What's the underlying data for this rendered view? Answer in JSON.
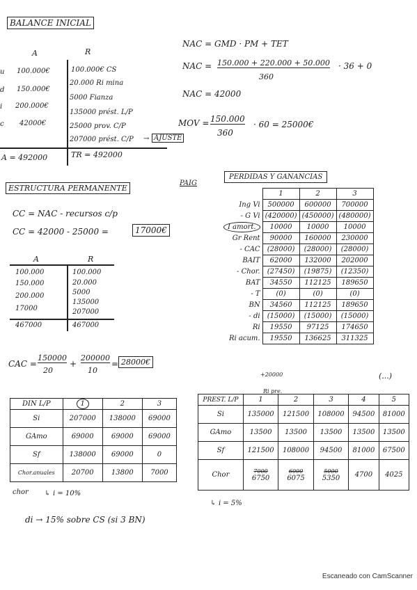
{
  "balance": {
    "title": "BALANCE INICIAL",
    "col_a": "A",
    "col_r": "R",
    "left_markers": [
      "u",
      "d",
      "i",
      "c"
    ],
    "a_values": [
      "100.000€",
      "150.000€",
      "200.000€",
      "42000€"
    ],
    "r_values": [
      "100.000€ CS",
      "20.000 Ri mina",
      "5000 Fianza",
      "135000 prést. L/P",
      "25000 prov. C/P",
      "207000 prést. C/P"
    ],
    "ajuste": "AJUSTE",
    "total_a": "A = 492000",
    "total_r": "TR = 492000"
  },
  "nac": {
    "line1": "NAC = GMD · PM + TET",
    "line2_prefix": "NAC =",
    "line2_num": "150.000 + 220.000 + 50.000",
    "line2_den": "360",
    "line2_suffix": "· 36 + 0",
    "line3": "NAC = 42000",
    "mov_prefix": "MOV =",
    "mov_num": "150.000",
    "mov_den": "360",
    "mov_suffix": "· 60 = 25000€"
  },
  "estructura": {
    "title": "ESTRUCTURA PERMANENTE",
    "cc_line1": "CC = NAC - recursos c/p",
    "cc_line2": "CC = 42000 - 25000 =",
    "cc_result": "17000€",
    "col_a": "A",
    "col_r": "R",
    "a_values": [
      "100.000",
      "150.000",
      "200.000",
      "17000"
    ],
    "r_values": [
      "100.000",
      "20.000",
      "5000",
      "135000",
      "207000"
    ],
    "total_a": "467000",
    "total_r": "467000"
  },
  "cac": {
    "prefix": "CAC =",
    "n1": "150000",
    "d1": "20",
    "plus": "+",
    "n2": "200000",
    "d2": "10",
    "eq": "=",
    "result": "28000€"
  },
  "pyg": {
    "side_label": "PAIG",
    "title": "PERDIDAS Y GANANCIAS",
    "cols": [
      "1",
      "2",
      "3"
    ],
    "rows": [
      {
        "label": "Ing Vi",
        "values": [
          "500000",
          "600000",
          "700000"
        ]
      },
      {
        "label": "- G Vi",
        "values": [
          "(420000)",
          "(450000)",
          "(480000)"
        ]
      },
      {
        "label": "I amort.",
        "values": [
          "10000",
          "10000",
          "10000"
        ]
      },
      {
        "label": "Gr Rent",
        "values": [
          "90000",
          "160000",
          "230000"
        ]
      },
      {
        "label": "- CAC",
        "values": [
          "(28000)",
          "(28000)",
          "(28000)"
        ]
      },
      {
        "label": "BAIT",
        "values": [
          "62000",
          "132000",
          "202000"
        ]
      },
      {
        "label": "- Chor.",
        "values": [
          "(27450)",
          "(19875)",
          "(12350)"
        ]
      },
      {
        "label": "BAT",
        "values": [
          "34550",
          "112125",
          "189650"
        ]
      },
      {
        "label": "- T",
        "values": [
          "(0)",
          "(0)",
          "(0)"
        ]
      },
      {
        "label": "BN",
        "values": [
          "34560",
          "112125",
          "189650"
        ]
      },
      {
        "label": "- di",
        "values": [
          "(15000)",
          "(15000)",
          "(15000)"
        ]
      },
      {
        "label": "Ri",
        "values": [
          "19550",
          "97125",
          "174650"
        ]
      },
      {
        "label": "Ri acum.",
        "values": [
          "19550",
          "136625",
          "311325"
        ]
      }
    ],
    "extra": "+20000",
    "extra_note": "Ri pre.",
    "ellipsis": "(...)"
  },
  "dinlp": {
    "header": [
      "DIN L/P",
      "1",
      "2",
      "3"
    ],
    "rows": [
      [
        "Si",
        "207000",
        "138000",
        "69000"
      ],
      [
        "GAmo",
        "69000",
        "69000",
        "69000"
      ],
      [
        "Sf",
        "138000",
        "69000",
        "0"
      ],
      [
        "Chor.anuales",
        "20700",
        "13800",
        "7000"
      ]
    ],
    "note_label": "chor",
    "note_value": "i = 10%"
  },
  "prestlp": {
    "header": [
      "PREST. L/P",
      "1",
      "2",
      "3",
      "4",
      "5"
    ],
    "rows": [
      [
        "Si",
        "135000",
        "121500",
        "108000",
        "94500",
        "81000"
      ],
      [
        "GAmo",
        "13500",
        "13500",
        "13500",
        "13500",
        "13500"
      ],
      [
        "Sf",
        "121500",
        "108000",
        "94500",
        "81000",
        "67500"
      ]
    ],
    "chor_label": "Chor",
    "chor_struck": [
      "7000",
      "6000",
      "5000"
    ],
    "chor_values": [
      "6750",
      "6075",
      "5350",
      "4700",
      "4025"
    ],
    "note_value": "i = 5%"
  },
  "dividend_note": "di → 15% sobre CS (si 3 BN)",
  "footer": "Escaneado con CamScanner"
}
